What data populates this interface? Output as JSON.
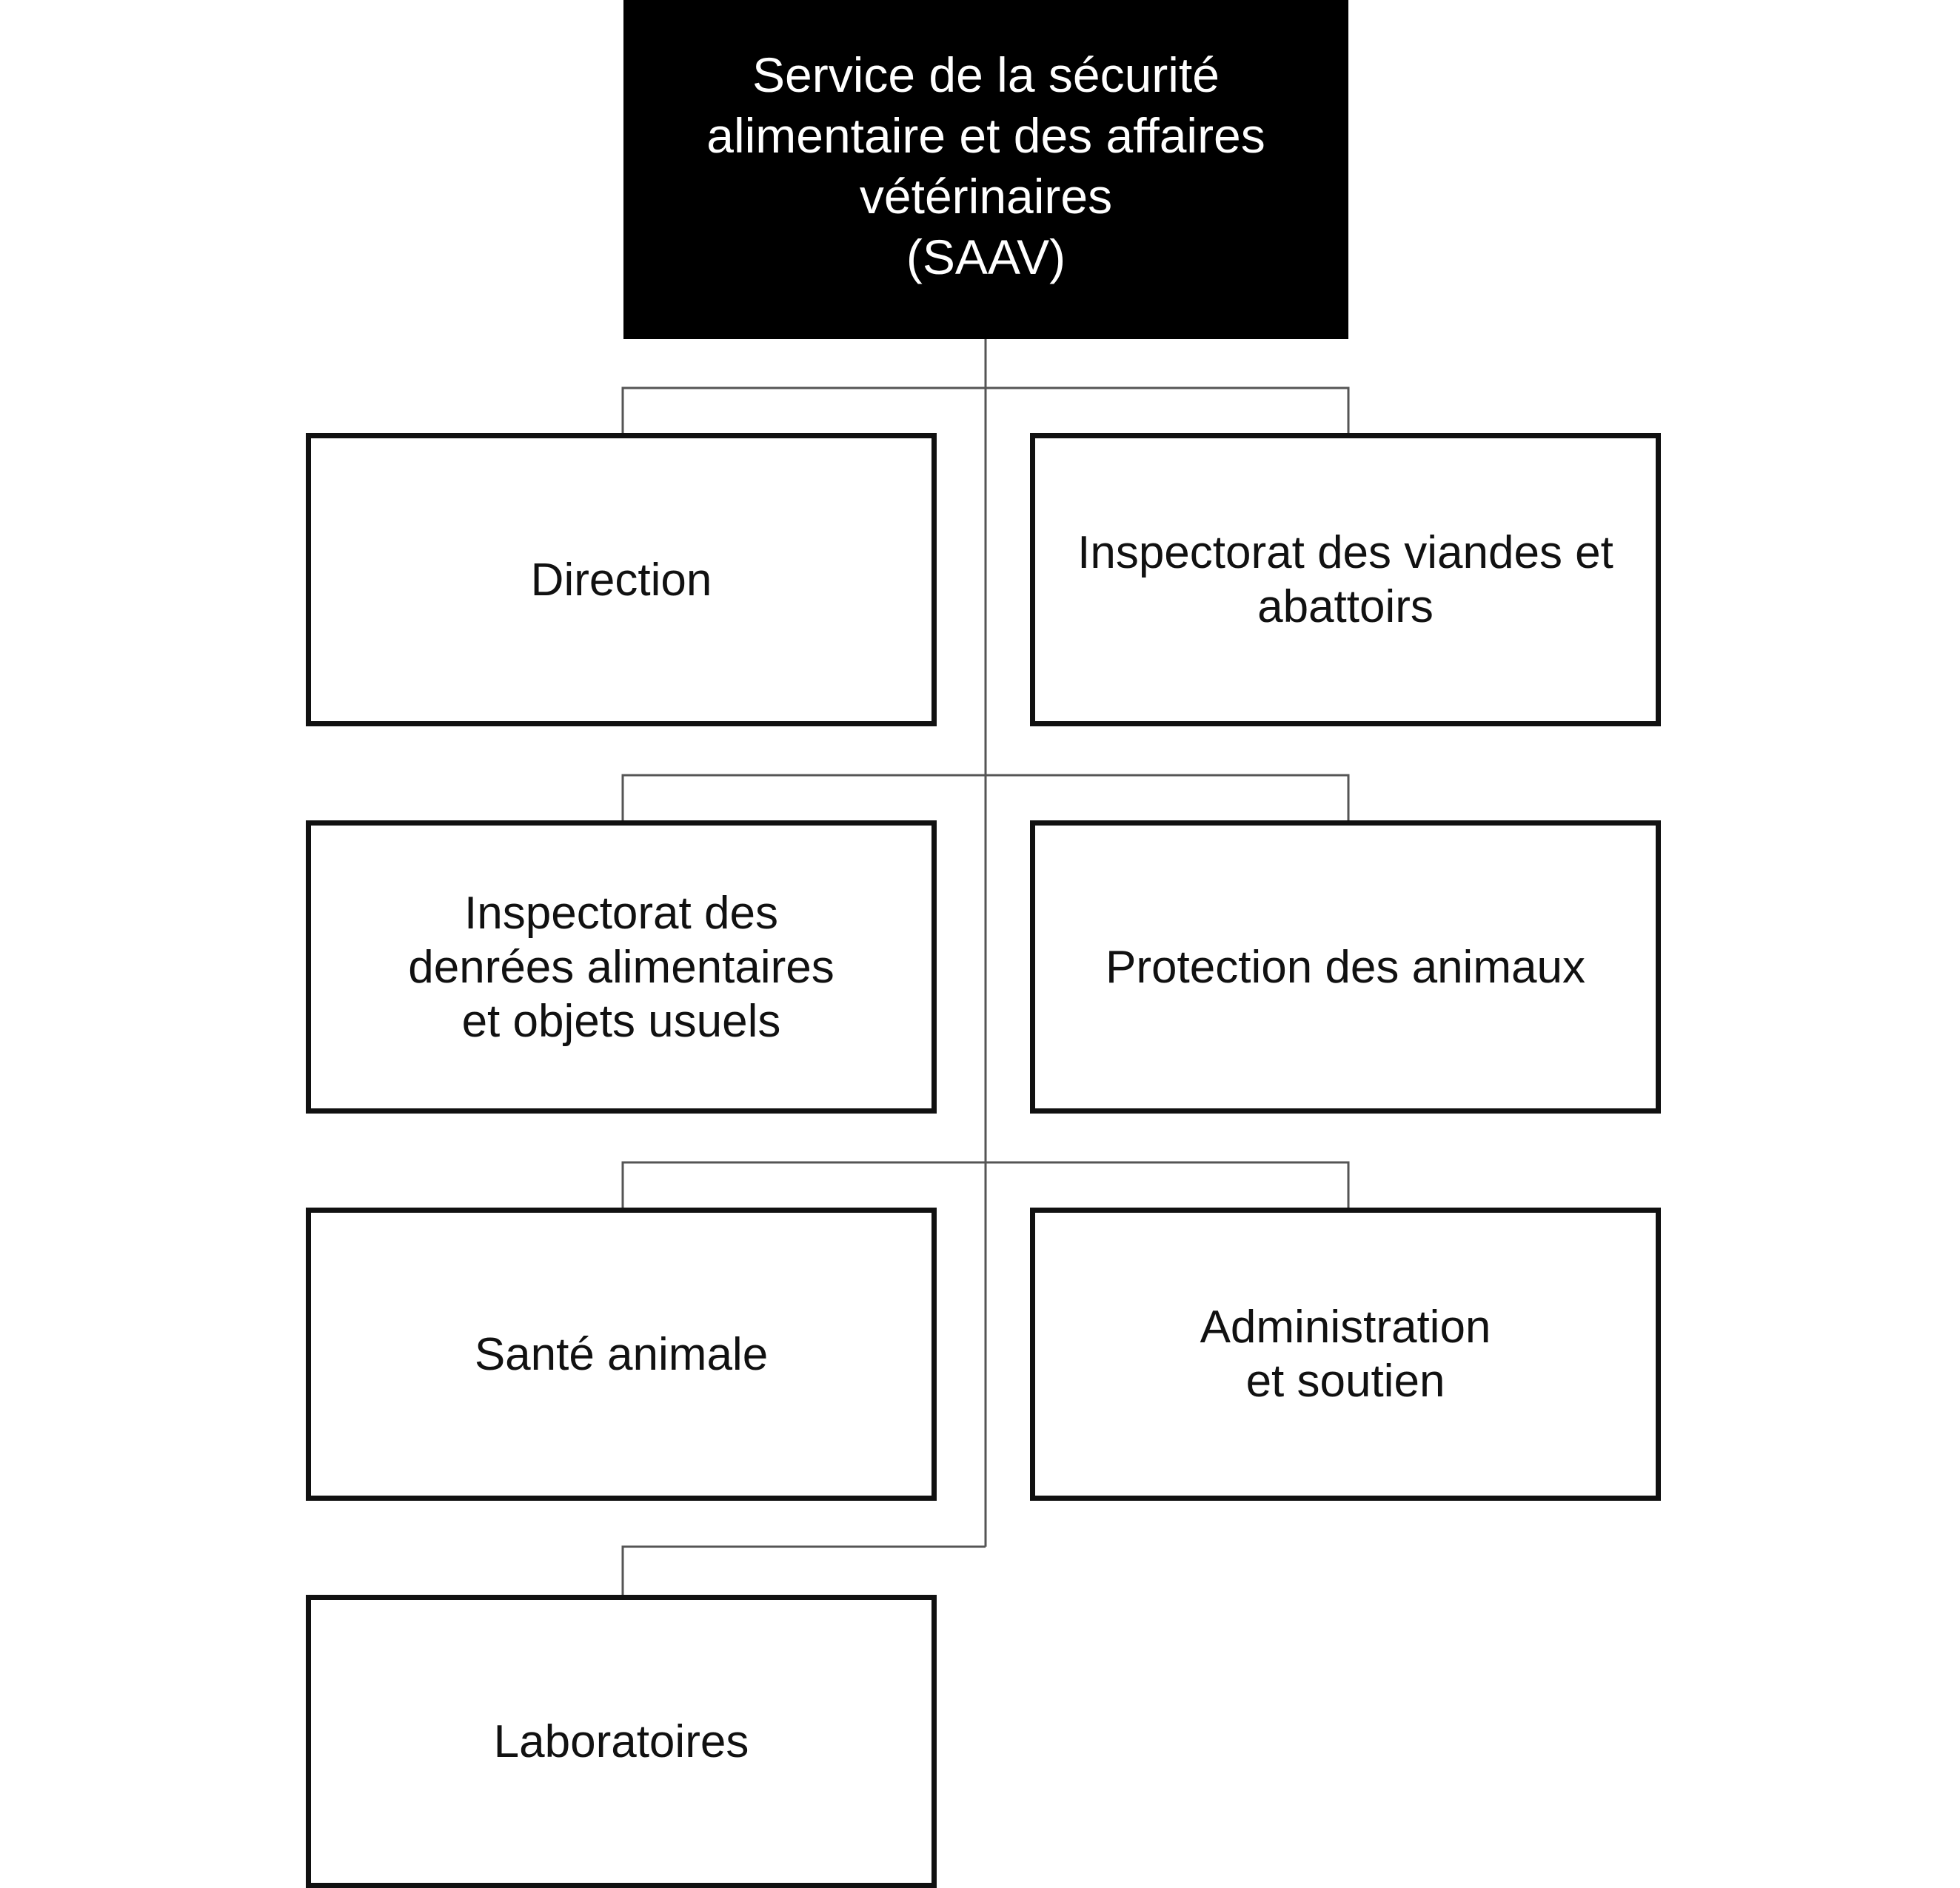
{
  "root": {
    "label": "Service de la sécurité\nalimentaire et des affaires\nvétérinaires\n(SAAV)"
  },
  "units": [
    {
      "label": "Direction"
    },
    {
      "label": "Inspectorat des viandes et\nabattoirs"
    },
    {
      "label": "Inspectorat des\ndenrées alimentaires\net objets usuels"
    },
    {
      "label": "Protection des animaux"
    },
    {
      "label": "Santé animale"
    },
    {
      "label": "Administration\net soutien"
    },
    {
      "label": "Laboratoires"
    }
  ],
  "colors": {
    "root_background": "#000000",
    "root_text": "#ffffff",
    "box_border": "#111111",
    "connector": "#555555"
  }
}
